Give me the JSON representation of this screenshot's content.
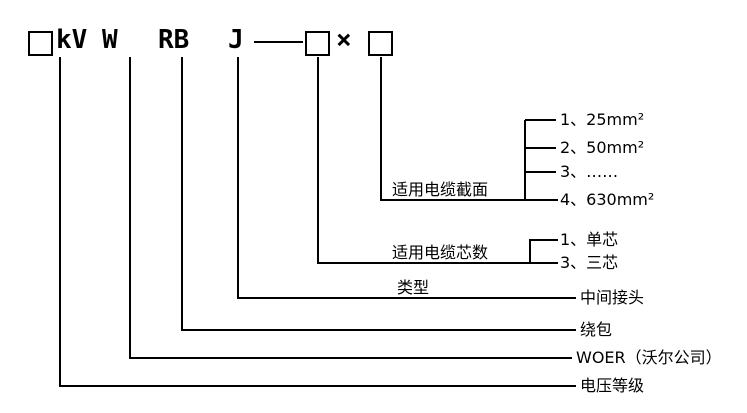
{
  "colors": {
    "line": "#000000",
    "background": "#ffffff"
  },
  "code": {
    "kv": "kV",
    "brand": "W",
    "wrap": "RB",
    "type": "J",
    "times": "×"
  },
  "section_group": {
    "caption": "适用电缆截面",
    "items": [
      "1、25mm²",
      "2、50mm²",
      "3、……",
      "4、630mm²"
    ]
  },
  "cores_group": {
    "caption": "适用电缆芯数",
    "items": [
      "1、单芯",
      "3、三芯"
    ]
  },
  "type_group": {
    "caption": "类型",
    "label": "中间接头"
  },
  "labels": {
    "wrap": "绕包",
    "brand": "WOER（沃尔公司）",
    "voltage": "电压等级"
  }
}
